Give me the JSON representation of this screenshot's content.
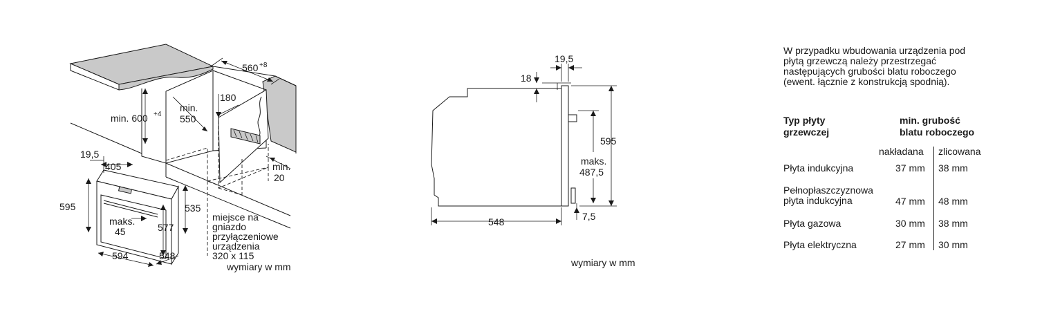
{
  "left_diagram": {
    "dims": {
      "niche_width": "560",
      "niche_width_tol": "+8",
      "min_height": "min. 600",
      "min_height_tol": "+4",
      "min_depth_label": "min.",
      "min_depth_value": "550",
      "socket_offset": "180",
      "min_gap_label": "min.",
      "min_gap_value": "20",
      "front_offset": "19,5",
      "door_handle": "405",
      "height": "595",
      "inner_height": "535",
      "max_label": "maks.",
      "max_value": "45",
      "cavity_height": "577",
      "width": "594",
      "depth": "548"
    },
    "socket_note": [
      "miejsce na",
      "gniazdo",
      "przyłączeniowe",
      "urządzenia",
      "320 x 115"
    ],
    "units": "wymiary w mm"
  },
  "middle_diagram": {
    "dims": {
      "front_offset": "19,5",
      "top_gap": "18",
      "height": "595",
      "max_label": "maks.",
      "max_value": "487,5",
      "depth": "548",
      "bottom_gap": "7,5"
    },
    "units": "wymiary w mm"
  },
  "info": {
    "intro": [
      "W przypadku wbudowania urządzenia pod",
      "płytą grzewczą należy przestrzegać",
      "następujących grubości blatu roboczego",
      "(ewent. łącznie z konstrukcją spodnią)."
    ],
    "col1_header": [
      "Typ płyty",
      "grzewczej"
    ],
    "col2_header": [
      "min. grubość",
      "blatu roboczego"
    ],
    "sub_headers": [
      "nakładana",
      "zlicowana"
    ],
    "rows": [
      {
        "type": "Płyta indukcyjna",
        "overlay": "37 mm",
        "flush": "38 mm"
      },
      {
        "type": "Pełnopłaszczyznowa płyta indukcyjna",
        "type_lines": [
          "Pełnopłaszczyznowa",
          "płyta indukcyjna"
        ],
        "overlay": "47 mm",
        "flush": "48 mm"
      },
      {
        "type": "Płyta gazowa",
        "overlay": "30 mm",
        "flush": "38 mm"
      },
      {
        "type": "Płyta elektryczna",
        "overlay": "27 mm",
        "flush": "30 mm"
      }
    ]
  }
}
